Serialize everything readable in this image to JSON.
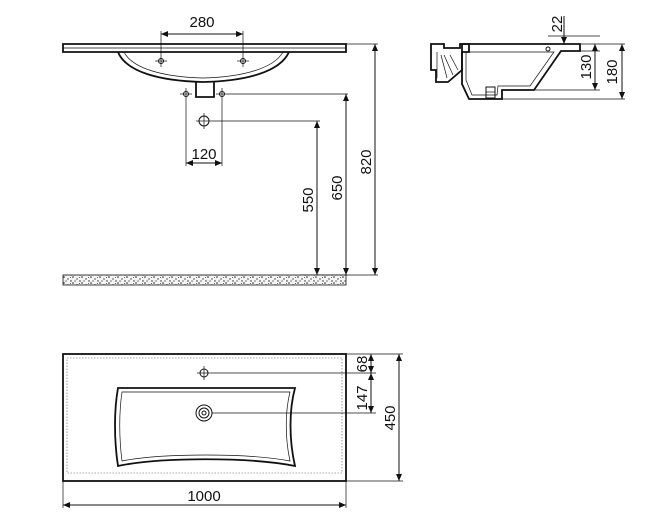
{
  "dimensions": {
    "tap_hole_spacing": "280",
    "drain_hole_spacing": "120",
    "drain_height": "550",
    "siphon_height": "650",
    "total_height": "820",
    "rim_thickness": "22",
    "basin_depth": "130",
    "total_depth_side": "180",
    "tap_hole_offset": "68",
    "drain_offset": "147",
    "basin_depth_top": "450",
    "basin_width": "1000"
  }
}
